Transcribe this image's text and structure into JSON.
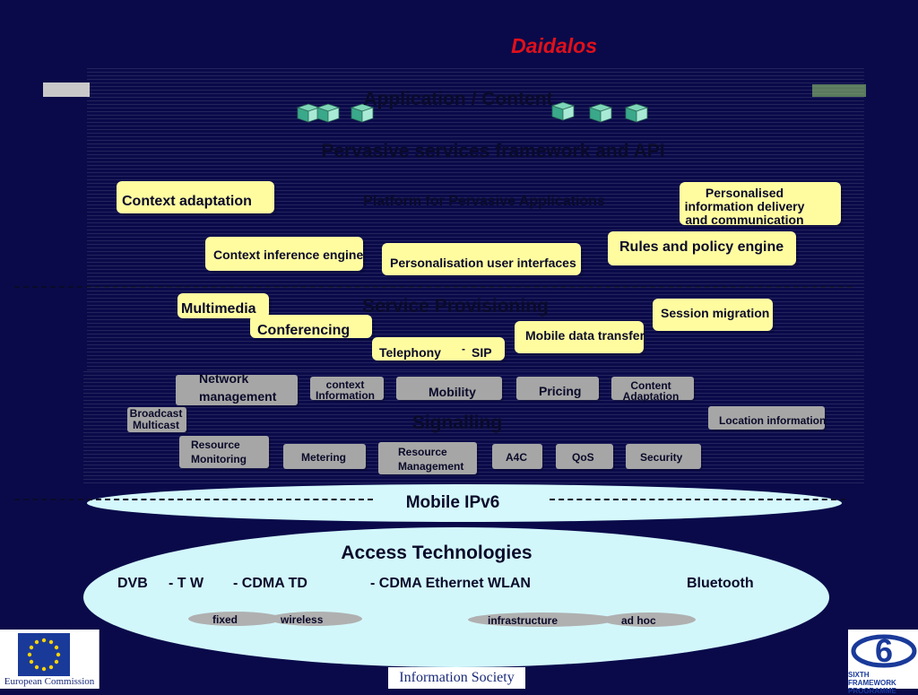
{
  "title": "Daidalos",
  "app_layer": {
    "heading": "Application / Content",
    "subheading": "Pervasive services framework and API",
    "platform": "Platform for Pervasive Applications",
    "context_adaptation": "Context adaptation",
    "personalised": "Personalised information delivery and communication",
    "rules_engine": "Rules and policy engine",
    "context_inference": "Context inference engine",
    "personalisation_ui": "Personalisation user interfaces"
  },
  "service_layer": {
    "heading": "Service Provisioning",
    "multimedia": "Multimedia",
    "conferencing": "Conferencing",
    "telephony": "Telephony",
    "dash": "-",
    "sip": "SIP",
    "mobile_data": "Mobile data transfer",
    "session_migration": "Session migration"
  },
  "signalling_layer": {
    "heading": "Signalling",
    "network_management": "Network management",
    "context_information": "context Information",
    "mobility": "Mobility",
    "pricing": "Pricing",
    "content_adaptation": "Content Adaptation",
    "broadcast_multicast": "Broadcast Multicast",
    "location_information": "Location information",
    "resource_monitoring": "Resource Monitoring",
    "metering": "Metering",
    "resource_management": "Resource Management",
    "a4c": "A4C",
    "qos": "QoS",
    "security": "Security"
  },
  "ipv6": {
    "label": "Mobile IPv6"
  },
  "access": {
    "heading": "Access Technologies",
    "dvb": "DVB",
    "tw": "- T  W",
    "cdma_td": "- CDMA  TD",
    "cdma_eth_wlan": "- CDMA  Ethernet  WLAN",
    "bluetooth": "Bluetooth",
    "fixed": "fixed",
    "wireless": "wireless",
    "infrastructure": "infrastructure",
    "adhoc": "ad hoc"
  },
  "footer": {
    "european_commission": "European Commission",
    "information_society": "Information Society",
    "sixth_framework": "SIXTH FRAMEWORK PROGRAMME"
  },
  "colors": {
    "background": "#0a0a4a",
    "title": "#e0101a",
    "yellow_box": "#fffca0",
    "gray_box": "#a6a6a6",
    "ellipse": "#d2f7fb"
  }
}
